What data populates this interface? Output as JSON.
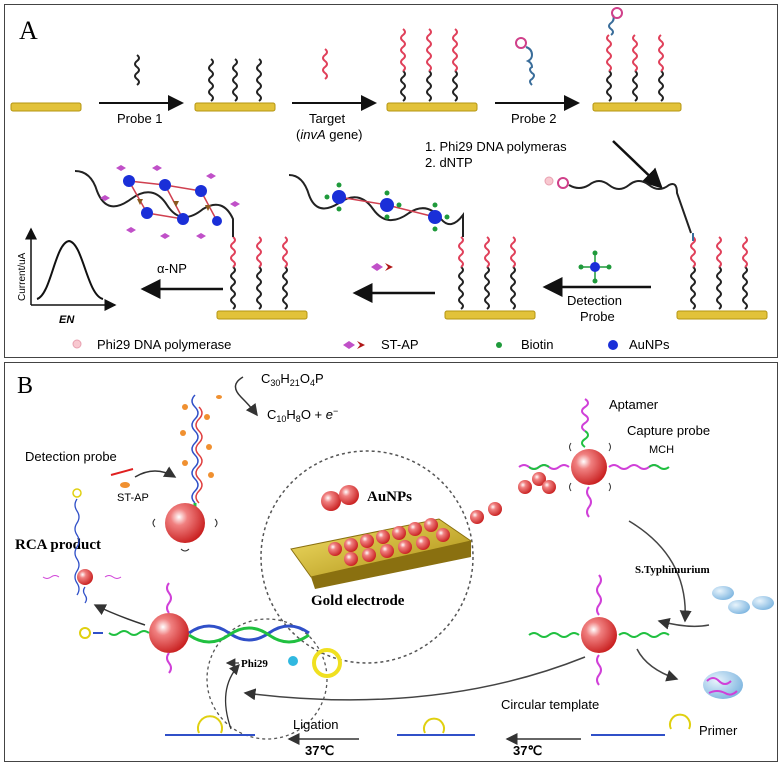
{
  "panel_a": {
    "letter": "A",
    "steps": {
      "probe1": "Probe 1",
      "target_line1": "Target",
      "target_line2_prefix": "(",
      "target_gene": "invA",
      "target_line2_suffix": " gene)",
      "probe2": "Probe 2",
      "amp_step1": "1. Phi29 DNA  polymeras",
      "amp_step2": "2. dNTP",
      "detection_probe_1": "Detection",
      "detection_probe_2": "Probe",
      "alpha_np": "α-NP",
      "y_axis": "Current/uA",
      "x_axis": "EN"
    },
    "legend": {
      "phi29": "Phi29 DNA polymerase",
      "st_ap": "ST-AP",
      "biotin": "Biotin",
      "aunps": "AuNPs"
    }
  },
  "panel_b": {
    "letter": "B",
    "reactant": "C30H21O4P",
    "product": "C10H8O + e⁻",
    "labels": {
      "aptamer": "Aptamer",
      "capture_probe": "Capture probe",
      "mch": "MCH",
      "detection_probe": "Detection probe",
      "st_ap": "ST-AP",
      "rca_product": "RCA product",
      "aunps": "AuNPs",
      "gold_electrode": "Gold electrode",
      "s_typhimurium": "S.Typhimurium",
      "phi29": "Phi29",
      "circular_template": "Circular template",
      "ligation": "Ligation",
      "temp1": "37℃",
      "temp2": "37℃",
      "primer": "Primer"
    }
  },
  "colors": {
    "gold": "#e2c23a",
    "probe_red": "#e0405a",
    "probe_black": "#222222",
    "probe2_blue": "#3a6d9a",
    "au_blue": "#1a2fd8",
    "biotin_green": "#1f9a3b",
    "st_ap_magenta": "#c050c8",
    "aptamer_magenta": "#d040d8",
    "capture_green": "#28c040",
    "bacteria_blue": "#8fc3e8",
    "primer_yellow": "#f0e020"
  }
}
